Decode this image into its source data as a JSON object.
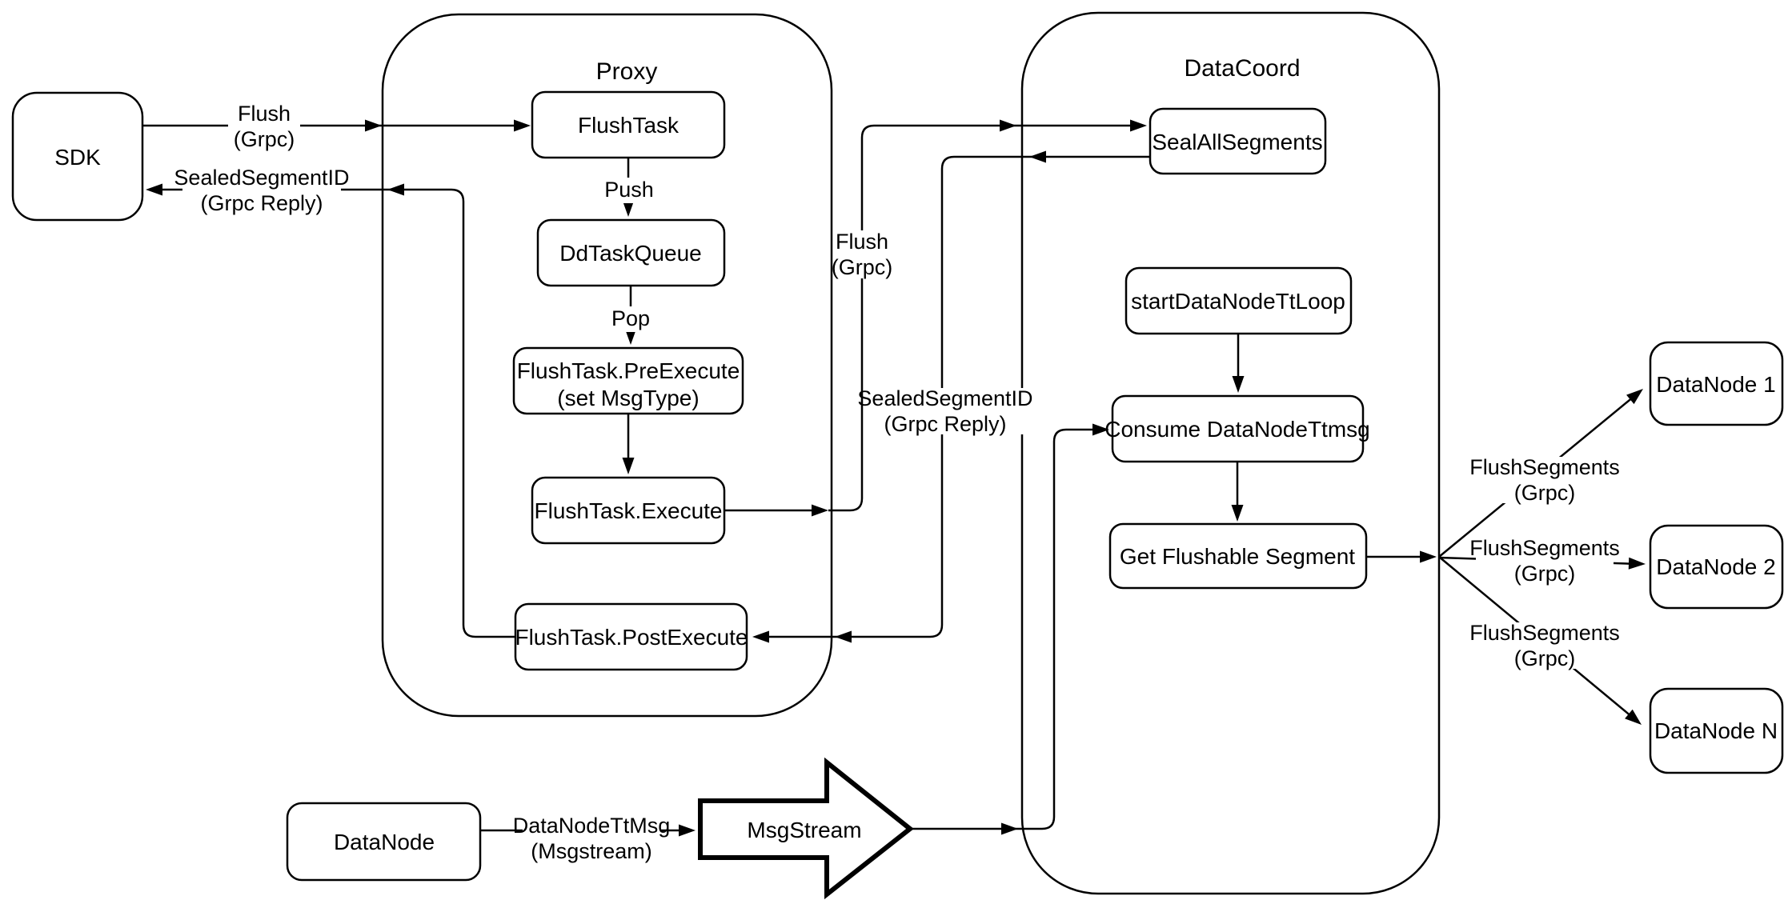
{
  "diagram": {
    "colors": {
      "background": "#ffffff",
      "stroke": "#000000",
      "text": "#000000"
    },
    "containers": {
      "proxy": {
        "title": "Proxy"
      },
      "datacoord": {
        "title": "DataCoord"
      }
    },
    "nodes": {
      "sdk": {
        "label": "SDK"
      },
      "flush_task": {
        "label": "FlushTask"
      },
      "dd_task_queue": {
        "label": "DdTaskQueue"
      },
      "pre_execute": {
        "label_line1": "FlushTask.PreExecute",
        "label_line2": "(set MsgType)"
      },
      "execute": {
        "label": "FlushTask.Execute"
      },
      "post_execute": {
        "label": "FlushTask.PostExecute"
      },
      "seal_all_segments": {
        "label": "SealAllSegments"
      },
      "start_datanode_tt_loop": {
        "label": "startDataNodeTtLoop"
      },
      "consume_datanode_ttmsg": {
        "label": "Consume DataNodeTtmsg"
      },
      "get_flushable_segment": {
        "label": "Get Flushable Segment"
      },
      "datanode_1": {
        "label": "DataNode 1"
      },
      "datanode_2": {
        "label": "DataNode 2"
      },
      "datanode_n": {
        "label": "DataNode N"
      },
      "datanode": {
        "label": "DataNode"
      },
      "msgstream": {
        "label": "MsgStream"
      }
    },
    "edge_labels": {
      "flush_grpc_sdk": {
        "line1": "Flush",
        "line2": "(Grpc)"
      },
      "sealed_segment_id_sdk": {
        "line1": "SealedSegmentID",
        "line2": "(Grpc Reply)"
      },
      "push": {
        "text": "Push"
      },
      "pop": {
        "text": "Pop"
      },
      "flush_grpc_datacoord": {
        "line1": "Flush",
        "line2": "(Grpc)"
      },
      "sealed_segment_id_datacoord": {
        "line1": "SealedSegmentID",
        "line2": "(Grpc Reply)"
      },
      "flush_segments_1": {
        "line1": "FlushSegments",
        "line2": "(Grpc)"
      },
      "flush_segments_2": {
        "line1": "FlushSegments",
        "line2": "(Grpc)"
      },
      "flush_segments_3": {
        "line1": "FlushSegments",
        "line2": "(Grpc)"
      },
      "datanode_tt_msg": {
        "line1": "DataNodeTtMsg",
        "line2": "(Msgstream)"
      }
    }
  }
}
